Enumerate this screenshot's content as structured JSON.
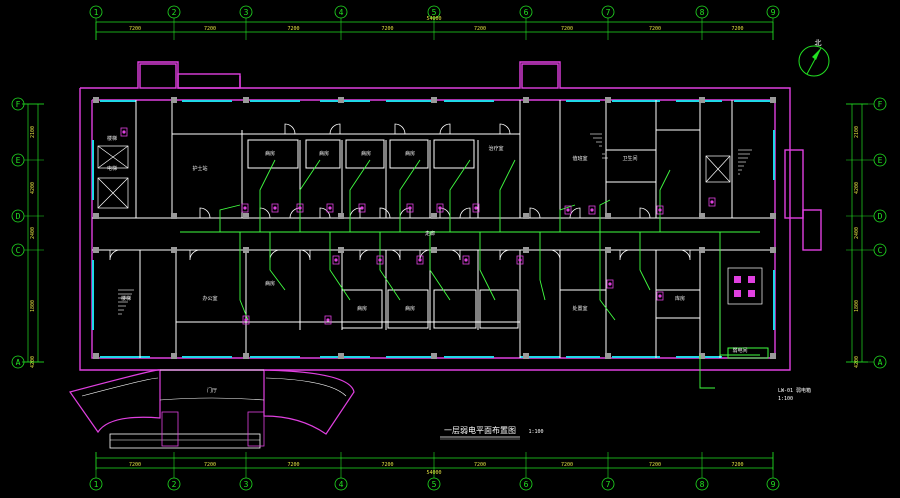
{
  "drawing": {
    "title": "一层弱电平面布置图",
    "scale": "1:100",
    "north_symbol": "北",
    "dim_total": "54000",
    "colors": {
      "wall": "#e040e0",
      "window": "#20d8e8",
      "partition": "#ffffff",
      "grid": "#22e022",
      "dim": "#e0e040",
      "cable": "#40ff40",
      "column": "#ffffff"
    }
  },
  "axes": {
    "vertical": [
      "1",
      "2",
      "3",
      "4",
      "5",
      "6",
      "7",
      "8",
      "9"
    ],
    "horizontal": [
      "F",
      "E",
      "D",
      "C",
      "A"
    ]
  },
  "dims": {
    "top_segments": [
      "7200",
      "7200",
      "7200",
      "7200",
      "7200",
      "7200",
      "7200",
      "7200"
    ],
    "bottom_segments": [
      "7200",
      "7200",
      "7200",
      "7200",
      "7200",
      "7200",
      "7200",
      "7200"
    ],
    "left_segments": [
      "2100",
      "4200",
      "2400",
      "1800",
      "4200"
    ],
    "right_segments": [
      "2100",
      "4200",
      "2400",
      "1800",
      "4200"
    ]
  },
  "notes": {
    "legend_line1": "LW-01 弱电箱",
    "legend_line2": "1:100"
  },
  "rooms": [
    {
      "label": "楼梯"
    },
    {
      "label": "电梯"
    },
    {
      "label": "病房"
    },
    {
      "label": "病房"
    },
    {
      "label": "病房"
    },
    {
      "label": "病房"
    },
    {
      "label": "护士站"
    },
    {
      "label": "治疗室"
    },
    {
      "label": "值班室"
    },
    {
      "label": "卫生间"
    },
    {
      "label": "走廊"
    },
    {
      "label": "楼梯"
    },
    {
      "label": "办公室"
    },
    {
      "label": "病房"
    },
    {
      "label": "病房"
    },
    {
      "label": "病房"
    },
    {
      "label": "处置室"
    },
    {
      "label": "库房"
    },
    {
      "label": "弱电间"
    },
    {
      "label": "门厅"
    }
  ]
}
